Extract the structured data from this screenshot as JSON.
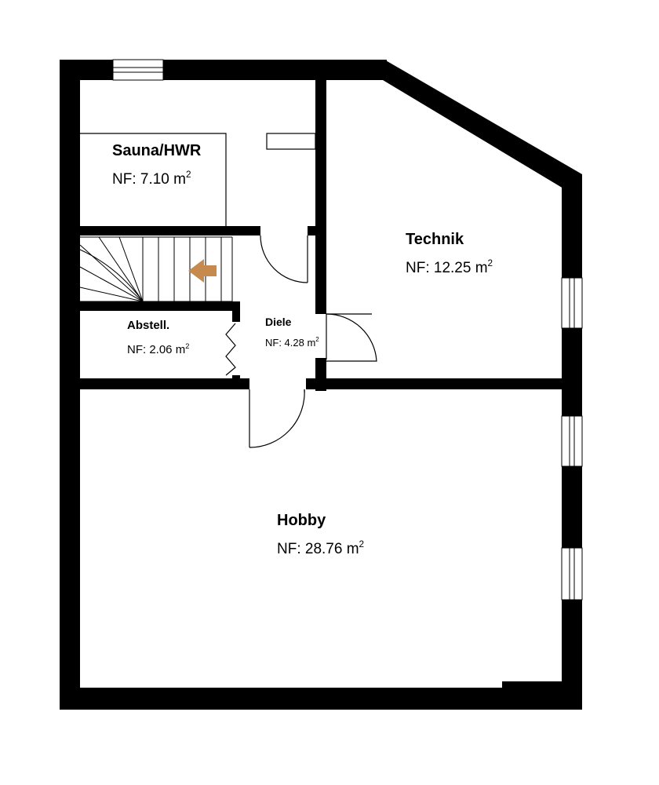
{
  "colors": {
    "wall": "#000000",
    "background": "#ffffff",
    "stair_arrow": "#c68a4e",
    "line": "#000000"
  },
  "rooms": [
    {
      "id": "sauna-hwr",
      "name": "Sauna/HWR",
      "area_label": "NF: 7.10 m",
      "area_unit_sup": "2"
    },
    {
      "id": "technik",
      "name": "Technik",
      "area_label": "NF: 12.25 m",
      "area_unit_sup": "2"
    },
    {
      "id": "abstell",
      "name": "Abstell.",
      "area_label": "NF: 2.06 m",
      "area_unit_sup": "2"
    },
    {
      "id": "diele",
      "name": "Diele",
      "area_label": "NF: 4.28 m",
      "area_unit_sup": "2"
    },
    {
      "id": "hobby",
      "name": "Hobby",
      "area_label": "NF: 28.76 m",
      "area_unit_sup": "2"
    }
  ],
  "icons": {
    "stair_arrow": "stair-direction-arrow-icon",
    "door": "door-swing-icon",
    "window": "window-icon",
    "accordion_door": "folding-door-icon"
  }
}
